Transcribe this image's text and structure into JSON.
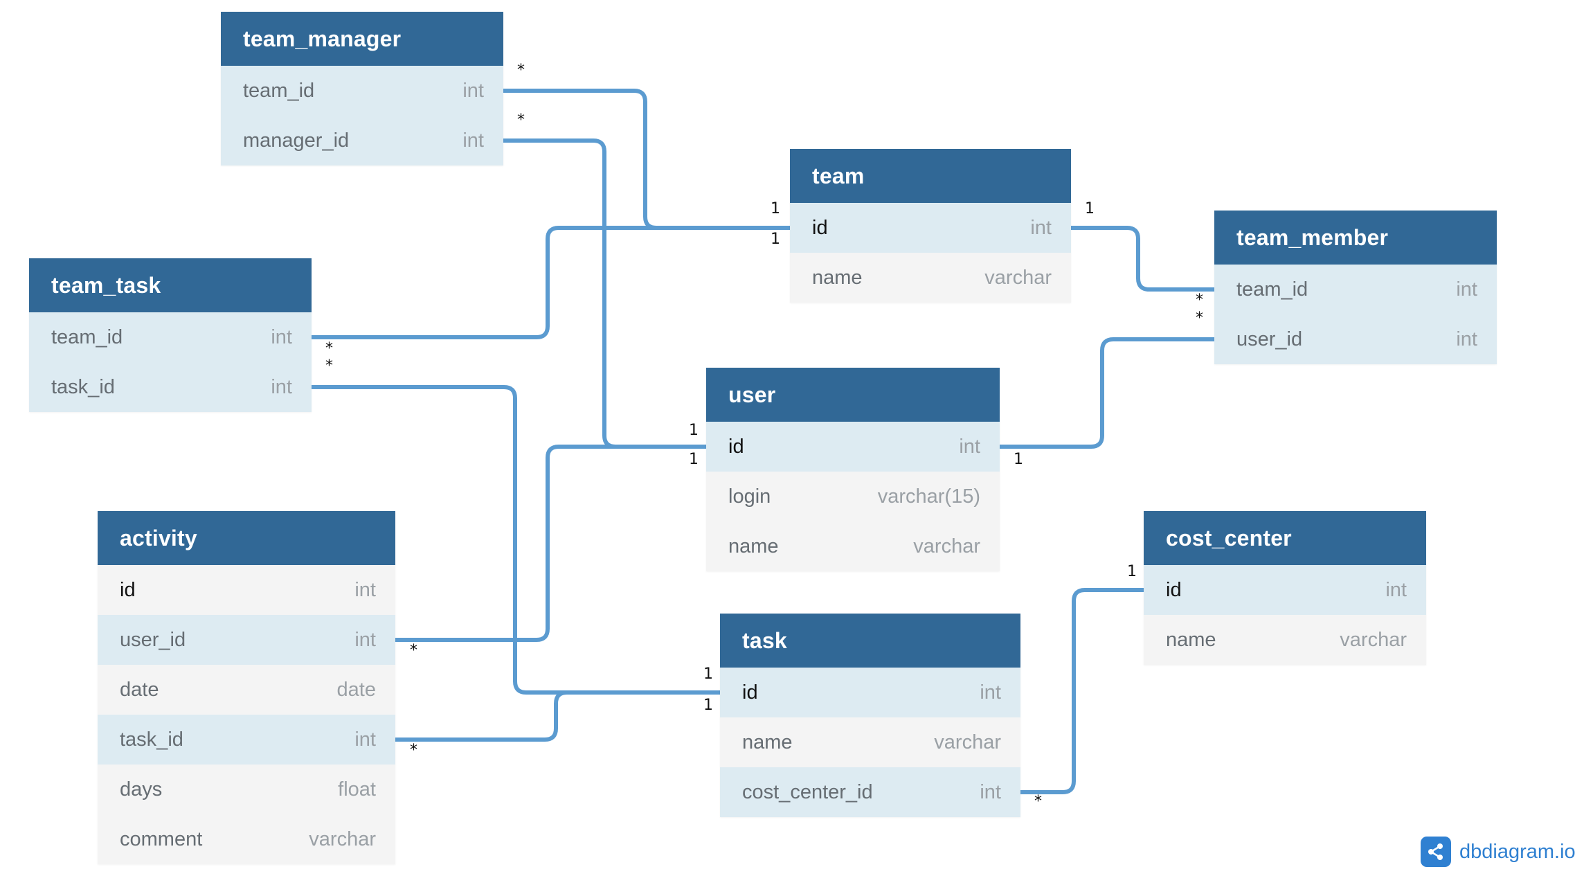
{
  "tables": {
    "team_manager": {
      "name": "team_manager",
      "fields": [
        {
          "name": "team_id",
          "type": "int"
        },
        {
          "name": "manager_id",
          "type": "int"
        }
      ]
    },
    "team": {
      "name": "team",
      "fields": [
        {
          "name": "id",
          "type": "int"
        },
        {
          "name": "name",
          "type": "varchar"
        }
      ]
    },
    "team_member": {
      "name": "team_member",
      "fields": [
        {
          "name": "team_id",
          "type": "int"
        },
        {
          "name": "user_id",
          "type": "int"
        }
      ]
    },
    "team_task": {
      "name": "team_task",
      "fields": [
        {
          "name": "team_id",
          "type": "int"
        },
        {
          "name": "task_id",
          "type": "int"
        }
      ]
    },
    "user": {
      "name": "user",
      "fields": [
        {
          "name": "id",
          "type": "int"
        },
        {
          "name": "login",
          "type": "varchar(15)"
        },
        {
          "name": "name",
          "type": "varchar"
        }
      ]
    },
    "activity": {
      "name": "activity",
      "fields": [
        {
          "name": "id",
          "type": "int"
        },
        {
          "name": "user_id",
          "type": "int"
        },
        {
          "name": "date",
          "type": "date"
        },
        {
          "name": "task_id",
          "type": "int"
        },
        {
          "name": "days",
          "type": "float"
        },
        {
          "name": "comment",
          "type": "varchar"
        }
      ]
    },
    "task": {
      "name": "task",
      "fields": [
        {
          "name": "id",
          "type": "int"
        },
        {
          "name": "name",
          "type": "varchar"
        },
        {
          "name": "cost_center_id",
          "type": "int"
        }
      ]
    },
    "cost_center": {
      "name": "cost_center",
      "fields": [
        {
          "name": "id",
          "type": "int"
        },
        {
          "name": "name",
          "type": "varchar"
        }
      ]
    }
  },
  "relationships": [
    {
      "from": "team_manager.team_id",
      "to": "team.id",
      "from_card": "*",
      "to_card": "1"
    },
    {
      "from": "team_manager.manager_id",
      "to": "user.id",
      "from_card": "*",
      "to_card": "1"
    },
    {
      "from": "team_task.team_id",
      "to": "team.id",
      "from_card": "*",
      "to_card": "1"
    },
    {
      "from": "team_task.task_id",
      "to": "task.id",
      "from_card": "*",
      "to_card": "1"
    },
    {
      "from": "team_member.team_id",
      "to": "team.id",
      "from_card": "*",
      "to_card": "1"
    },
    {
      "from": "team_member.user_id",
      "to": "user.id",
      "from_card": "*",
      "to_card": "1"
    },
    {
      "from": "activity.user_id",
      "to": "user.id",
      "from_card": "*",
      "to_card": "1"
    },
    {
      "from": "activity.task_id",
      "to": "task.id",
      "from_card": "*",
      "to_card": "1"
    },
    {
      "from": "task.cost_center_id",
      "to": "cost_center.id",
      "from_card": "*",
      "to_card": "1"
    }
  ],
  "colors": {
    "header": "#316896",
    "key_row": "#ddebf2",
    "plain_row": "#f4f4f4",
    "connector": "#5b9bd0",
    "brand": "#2f80d1"
  },
  "brand": {
    "text": "dbdiagram.io",
    "icon": "share-nodes-icon"
  }
}
